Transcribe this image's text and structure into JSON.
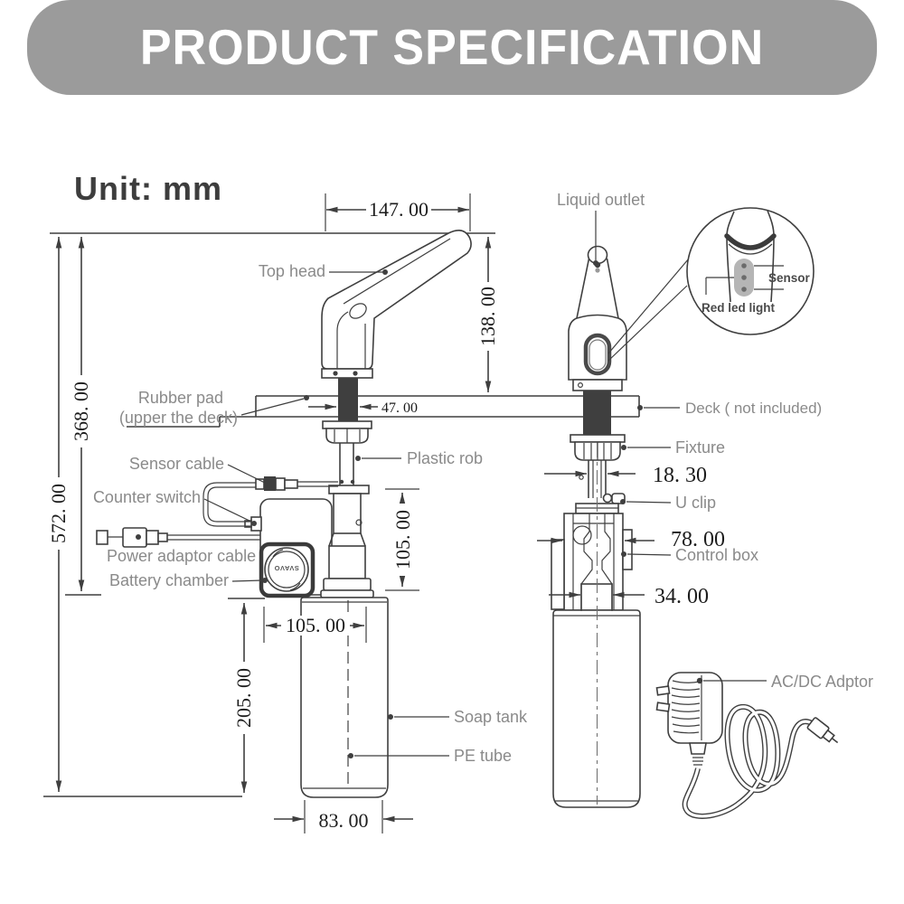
{
  "banner": {
    "title": "PRODUCT SPECIFICATION"
  },
  "unit_label": "Unit: mm",
  "diagram": {
    "brand": "SVAVO",
    "dims": {
      "head_width": "147. 00",
      "head_height": "138. 00",
      "deck_to_top": "368. 00",
      "total_height": "572. 00",
      "pad_width": "47. 00",
      "pump_height": "105. 00",
      "body_width": "105. 00",
      "tank_height": "205. 00",
      "tank_width": "83. 00",
      "rod_width": "18. 30",
      "box_width": "78. 00",
      "bell_width": "34. 00"
    },
    "labels": {
      "top_head": "Top head",
      "rubber_pad_line1": "Rubber pad",
      "rubber_pad_line2": "(upper the deck)",
      "sensor_cable": "Sensor cable",
      "counter_switch": "Counter switch",
      "power_adaptor_cable": "Power adaptor cable",
      "battery_chamber": "Battery chamber",
      "plastic_rob": "Plastic rob",
      "soap_tank": "Soap tank",
      "pe_tube": "PE tube",
      "liquid_outlet": "Liquid outlet",
      "deck": "Deck ( not included)",
      "fixture": "Fixture",
      "u_clip": "U clip",
      "control_box": "Control box",
      "ac_dc_adaptor": "AC/DC Adptor",
      "sensor": "Sensor",
      "red_led_light": "Red led light"
    }
  },
  "colors": {
    "banner_bg": "#9b9b9b",
    "banner_text": "#ffffff",
    "label_text": "#8a8a8a",
    "line": "#3f3f3f",
    "dim_text": "#1c1c1c",
    "pad_fill": "#3f3f3f",
    "pill_fill": "#b5b5b5",
    "pill_dot": "#6b6b6b",
    "unit_text": "#3d3d3d"
  }
}
